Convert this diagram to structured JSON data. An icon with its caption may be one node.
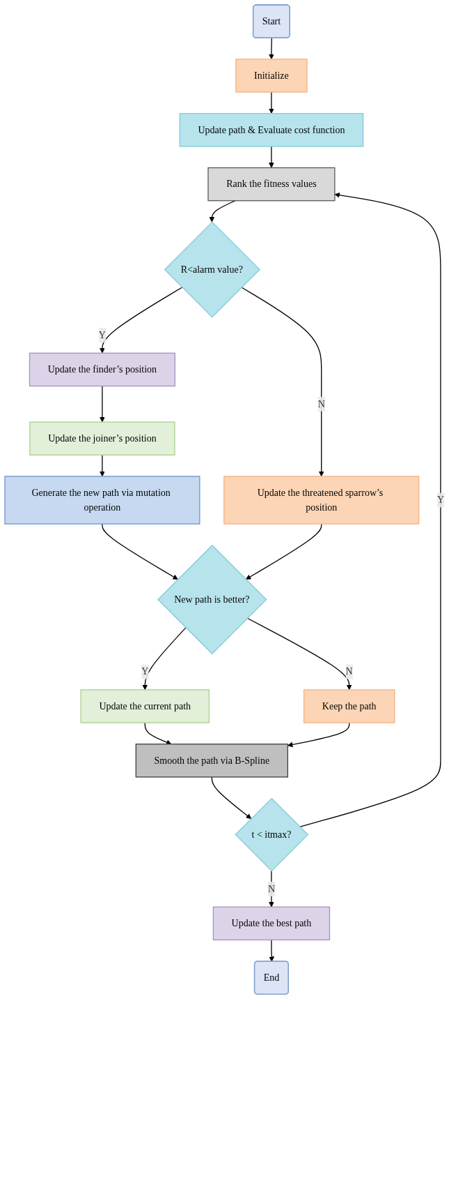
{
  "diagram": {
    "nodes": [
      {
        "text": [
          "Start"
        ]
      },
      {
        "text": [
          "Initialize"
        ]
      },
      {
        "text": [
          "Update path & Evaluate cost function"
        ]
      },
      {
        "text": [
          "Rank the fitness values"
        ]
      },
      {
        "text": [
          "R<alarm value?"
        ]
      },
      {
        "text": [
          "Update the threatened sparrow’s position"
        ]
      },
      {
        "text": [
          "Update the finder’s position"
        ]
      },
      {
        "text": [
          "Update the joiner’s position"
        ]
      },
      {
        "text": [
          "Generate the new path via mutation operation"
        ]
      },
      {
        "text": [
          "New path is better?"
        ]
      },
      {
        "text": [
          "Keep the path"
        ]
      },
      {
        "text": [
          "Update the current path"
        ]
      },
      {
        "text": [
          "Smooth the path via B-Spline"
        ]
      },
      {
        "text": [
          "t < itmax?"
        ]
      },
      {
        "text": [
          "Update the best path"
        ]
      },
      {
        "text": [
          "End"
        ]
      }
    ],
    "edges": [
      {
        "from": 0,
        "to": 1,
        "arrow": "to"
      },
      {
        "from": 1,
        "to": 2,
        "arrow": "to"
      },
      {
        "from": 2,
        "to": 3,
        "arrow": "to"
      },
      {
        "from": 3,
        "to": 4,
        "arrow": "to"
      },
      {
        "from": 4,
        "to": 5,
        "arrow": "to",
        "label": "N"
      },
      {
        "from": 4,
        "to": 6,
        "arrow": "to",
        "label": "Y"
      },
      {
        "from": 6,
        "to": 7,
        "arrow": "to"
      },
      {
        "from": 7,
        "to": 8,
        "arrow": "to"
      },
      {
        "from": 8,
        "to": 9,
        "arrow": "to"
      },
      {
        "from": 5,
        "to": 9,
        "arrow": "to"
      },
      {
        "from": 9,
        "to": 10,
        "arrow": "to",
        "label": "N"
      },
      {
        "from": 9,
        "to": 11,
        "arrow": "to",
        "label": "Y"
      },
      {
        "from": 11,
        "to": 12,
        "arrow": "to"
      },
      {
        "from": 10,
        "to": 12,
        "arrow": "to"
      },
      {
        "from": 12,
        "to": 13,
        "arrow": "to"
      },
      {
        "from": 13,
        "to": 3,
        "arrow": "to",
        "label": "Y"
      },
      {
        "from": 13,
        "to": 14,
        "arrow": "to",
        "label": "N"
      },
      {
        "from": 14,
        "to": 15,
        "arrow": "to"
      }
    ]
  }
}
